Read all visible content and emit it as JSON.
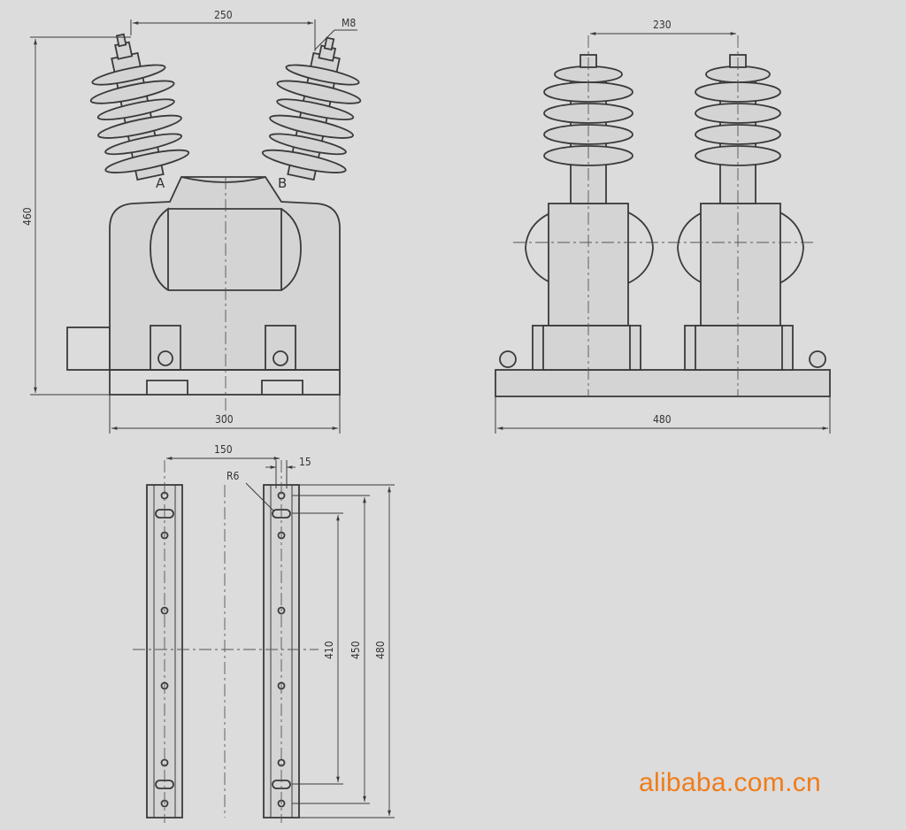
{
  "watermark": "alibaba.com.cn",
  "front_view": {
    "dim_width_top": "250",
    "dim_thread": "M8",
    "dim_height": "460",
    "dim_width_base": "300",
    "terminal_a": "A",
    "terminal_b": "B"
  },
  "side_view": {
    "dim_width_top": "230",
    "dim_width_base": "480"
  },
  "bottom_view": {
    "dim_spacing": "150",
    "dim_hole_width": "15",
    "dim_radius": "R6",
    "dim_slot_span": "410",
    "dim_hole_span": "450",
    "dim_length": "480"
  },
  "colors": {
    "paper": "#dcdcdc",
    "line": "#3a3a3a",
    "watermark": "#f07c1a"
  }
}
